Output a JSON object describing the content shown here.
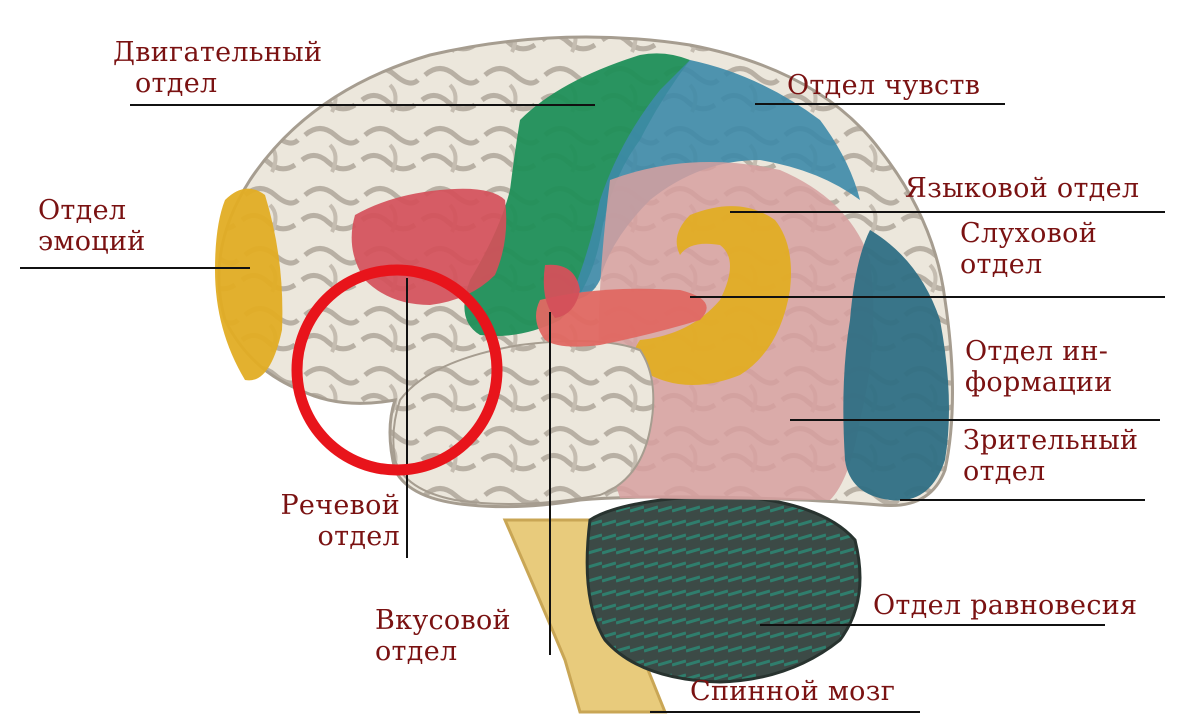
{
  "colors": {
    "label_text": "#7a1212",
    "leader_line": "#111111",
    "highlight_circle": "#e8141b",
    "cortex": "#ece7dc",
    "motor": "#1f8f58",
    "sensory": "#3d8aa8",
    "emotion": "#e2ad24",
    "speech": "#d4505a",
    "language": "#e2ad24",
    "information": "#c98e8e",
    "visual": "#2f6f84",
    "cerebellum": "#3a4a44",
    "spinal_cord": "#e8cb7c"
  },
  "labels": {
    "motor": [
      "Двигательный",
      "отдел"
    ],
    "sensory": "Отдел чувств",
    "emotion": [
      "Отдел",
      "эмоций"
    ],
    "language": "Языковой  отдел",
    "auditory": [
      "Слуховой",
      "отдел"
    ],
    "information": [
      "Отдел ин-",
      "формации"
    ],
    "visual": [
      "Зрительный",
      "отдел"
    ],
    "speech": [
      "Речевой",
      "отдел"
    ],
    "taste": [
      "Вкусовой",
      "отдел"
    ],
    "balance": "Отдел равновесия",
    "spinal": "Спинной мозг"
  }
}
